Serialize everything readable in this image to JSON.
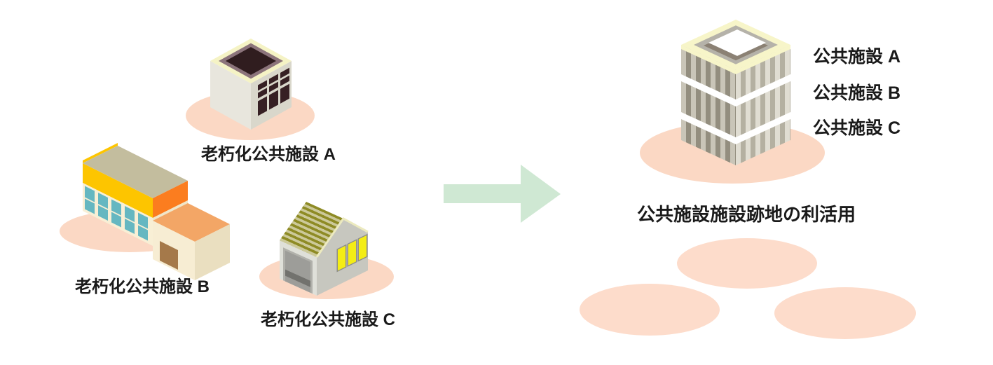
{
  "diagram": {
    "left_group": {
      "building_a_label": "老朽化公共施設 A",
      "building_b_label": "老朽化公共施設 B",
      "building_c_label": "老朽化公共施設 C"
    },
    "right_group": {
      "facility_a_label": "公共施設 A",
      "facility_b_label": "公共施設 B",
      "facility_c_label": "公共施設 C",
      "caption": "公共施設施設跡地の利活用"
    },
    "colors": {
      "site_ellipse": "#fbd8c4",
      "vacant_site_ellipse": "#fddccb",
      "arrow_green": "#cfe8d3",
      "accent_yellow": "#fdc500",
      "accent_orange": "#fb7d1f",
      "roof_olive_dark": "#8e8b25",
      "roof_olive_light": "#ccc999",
      "window_teal": "#65b7c1",
      "window_yellow": "#f4ed15",
      "window_dark": "#362024",
      "tower_rim_yellow": "#f7f5c9",
      "text": "#1a1a1a"
    }
  }
}
